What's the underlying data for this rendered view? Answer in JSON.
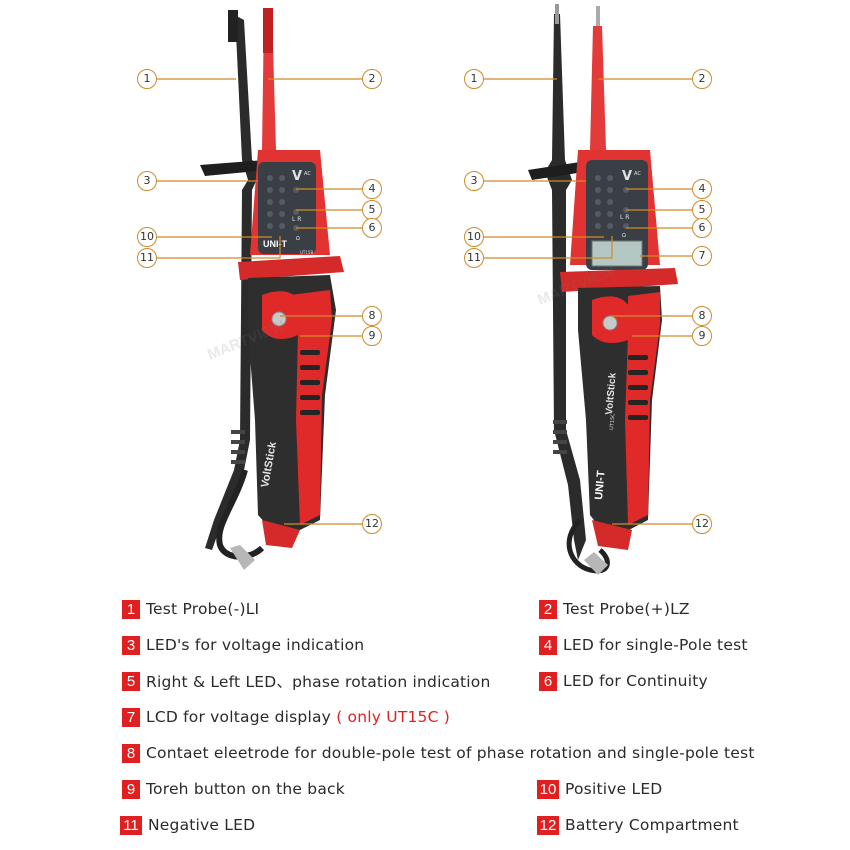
{
  "colors": {
    "accent_red": "#e02020",
    "callout_line": "#d08a2a",
    "probe_red": "#e33a3a",
    "body_black": "#2b2b2b"
  },
  "devices": [
    {
      "brand": "UNI-T",
      "product": "VoltStick",
      "model": "UT15B",
      "panel_symbol_top": "V",
      "panel_labels": [
        "AC",
        "L R",
        "Ω"
      ]
    },
    {
      "brand": "UNI-T",
      "product": "VoltStick",
      "model": "UT15C",
      "panel_symbol_top": "V",
      "panel_labels": [
        "AC",
        "L R",
        "Ω"
      ]
    }
  ],
  "watermark_text": "MARTVIEW",
  "callouts_left": [
    "1",
    "2",
    "3",
    "4",
    "5",
    "6",
    "10",
    "11",
    "8",
    "9",
    "12"
  ],
  "callouts_right": [
    "1",
    "2",
    "3",
    "4",
    "5",
    "6",
    "10",
    "11",
    "7",
    "8",
    "9",
    "12"
  ],
  "legend": [
    {
      "num": "1",
      "text": "Test Probe(-)LI",
      "note": ""
    },
    {
      "num": "2",
      "text": "Test Probe(+)LZ",
      "note": ""
    },
    {
      "num": "3",
      "text": "LED's for voltage indication",
      "note": ""
    },
    {
      "num": "4",
      "text": "LED for single-Pole test",
      "note": ""
    },
    {
      "num": "5",
      "text": "Right & Left LED、phase rotation indication",
      "note": ""
    },
    {
      "num": "6",
      "text": "LED for Continuity",
      "note": ""
    },
    {
      "num": "7",
      "text": "LCD for voltage display",
      "note": "( only UT15C )"
    },
    {
      "num": "8",
      "text": "Contaet eleetrode for double-pole test of phase rotation and single-pole test",
      "note": ""
    },
    {
      "num": "9",
      "text": "Toreh button on the back",
      "note": ""
    },
    {
      "num": "10",
      "text": "Positive LED",
      "note": ""
    },
    {
      "num": "11",
      "text": "Negative LED",
      "note": ""
    },
    {
      "num": "12",
      "text": "Battery Compartment",
      "note": ""
    }
  ]
}
